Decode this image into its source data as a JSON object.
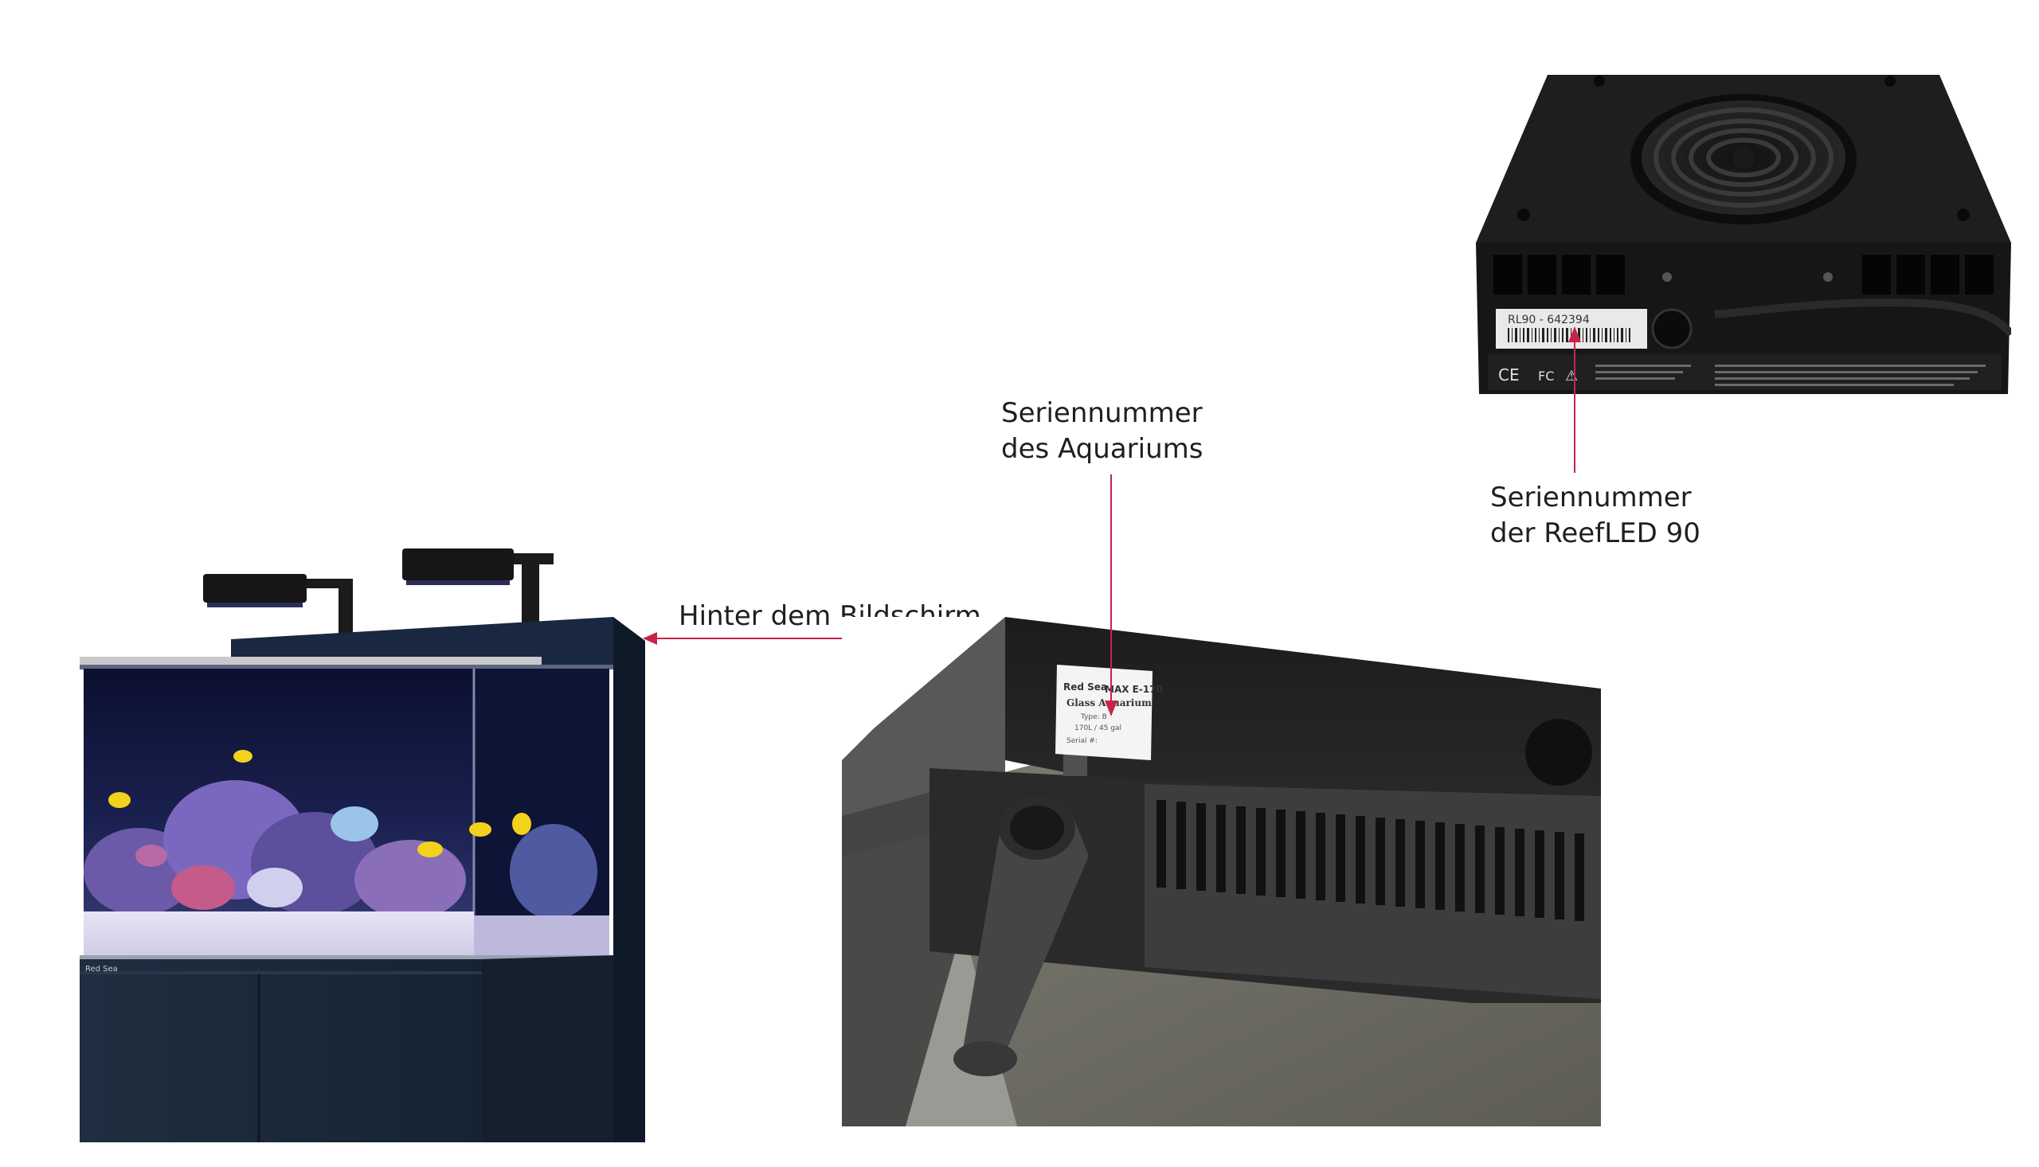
{
  "labels": {
    "tank_serial_line1": "Seriennummer",
    "tank_serial_line2": "des Aquariums",
    "led_serial_line1": "Seriennummer",
    "led_serial_line2": "der ReefLED 90",
    "behind_screen": "Hinter dem Bildschirm"
  },
  "device_label": {
    "model_serial": "RL90 - 642394",
    "marks": [
      "CE",
      "FC",
      "⚠"
    ]
  },
  "tank_sticker": {
    "brand": "Red Sea",
    "model": "MAX E-170",
    "line1": "Glass Aquarium",
    "line2": "Type: B",
    "line3": "170L / 45 gal",
    "serial_label": "Serial #:"
  },
  "cabinet_logo": "Red Sea",
  "colors": {
    "accent": "#c8234a",
    "cabinet": "#1b2838",
    "device": "#141414",
    "label_text": "#1f1f1f"
  }
}
